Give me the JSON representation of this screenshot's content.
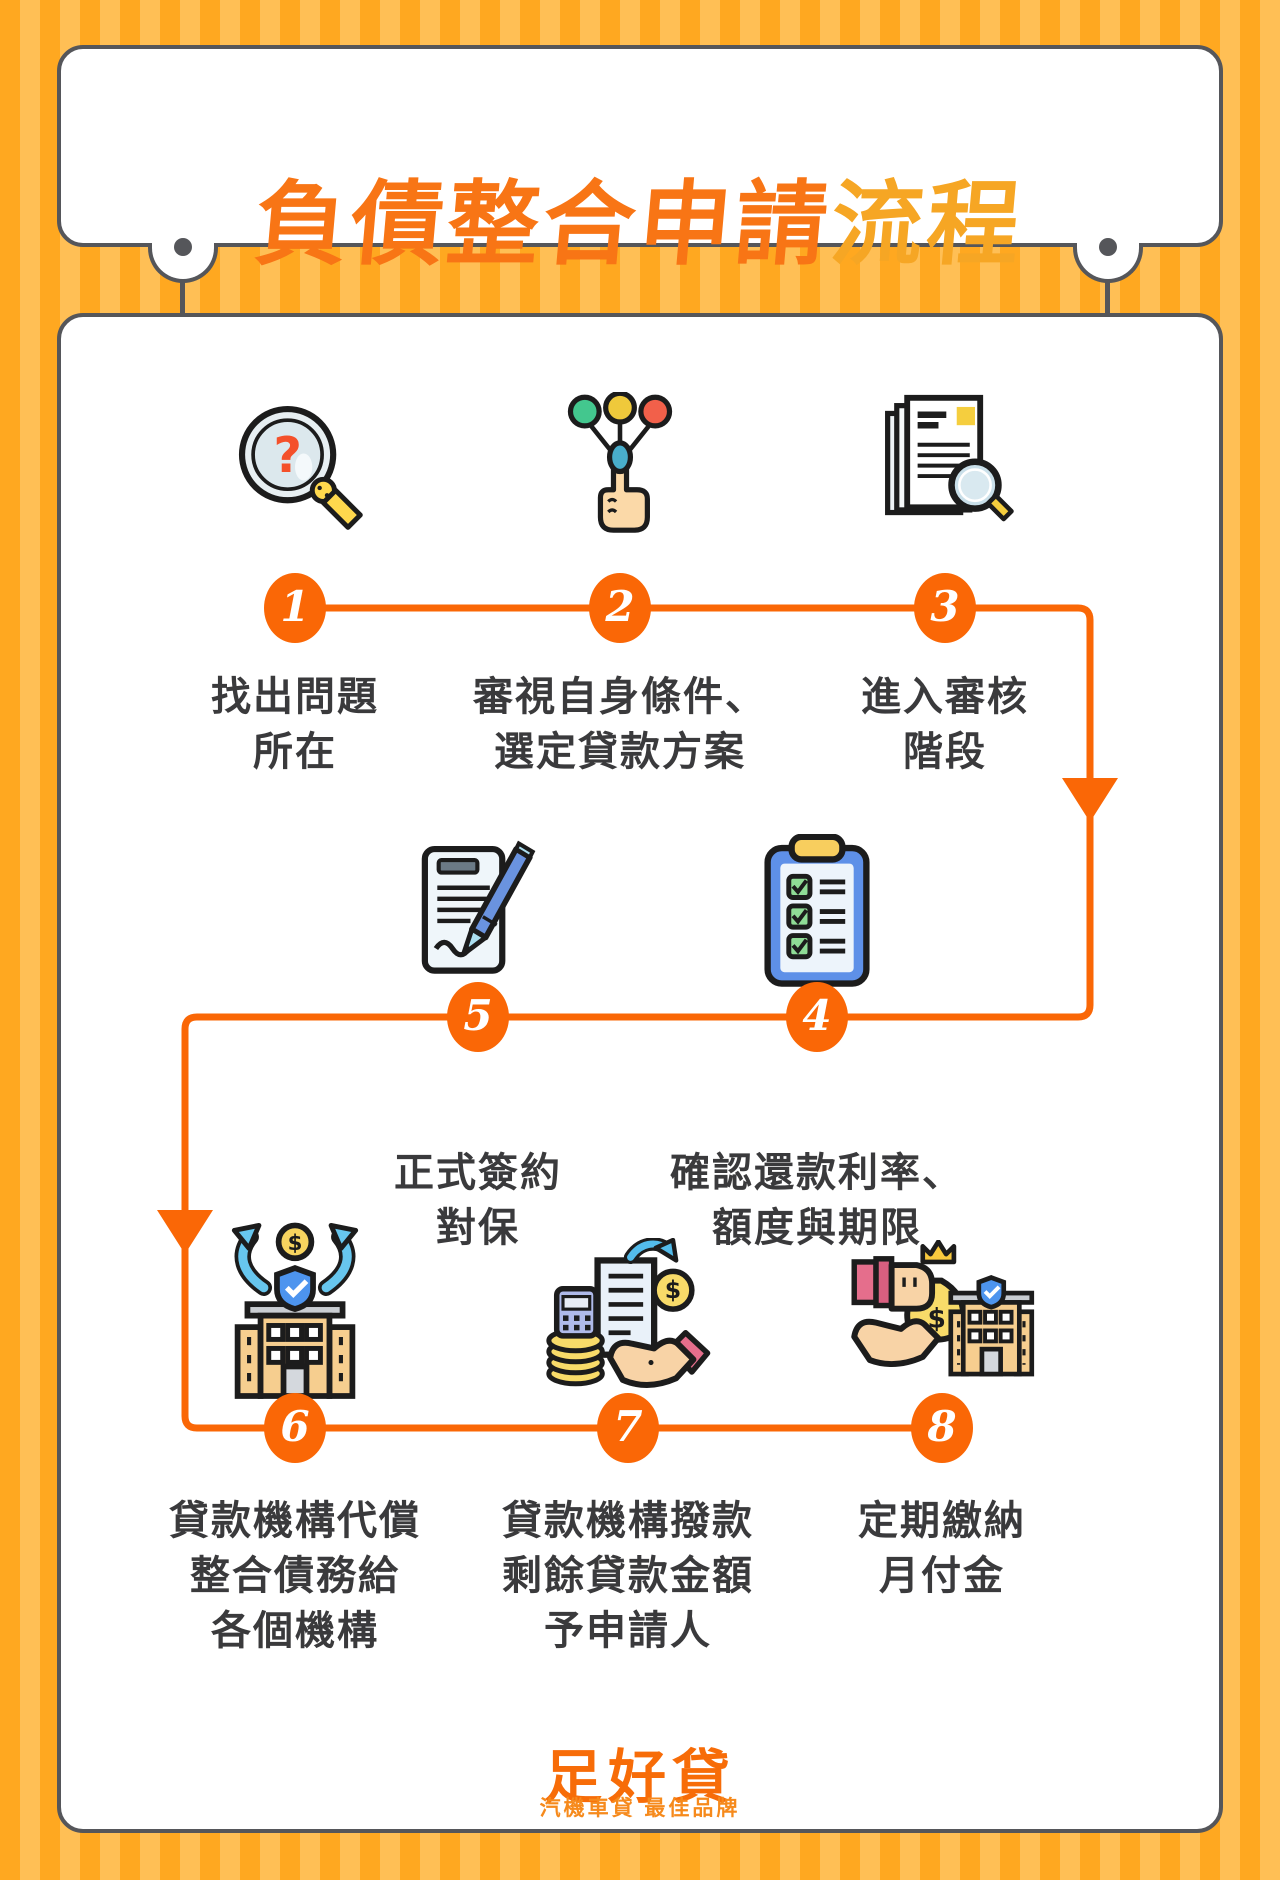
{
  "title": {
    "main": "負債整合申請",
    "accent": "流程"
  },
  "steps": [
    {
      "num": "1",
      "icon": "magnifier-question-icon",
      "label_lines": [
        "找出問題",
        "所在"
      ]
    },
    {
      "num": "2",
      "icon": "option-select-hand-icon",
      "label_lines": [
        "審視自身條件、",
        "選定貸款方案"
      ]
    },
    {
      "num": "3",
      "icon": "document-review-icon",
      "label_lines": [
        "進入審核",
        "階段"
      ]
    },
    {
      "num": "4",
      "icon": "checklist-clipboard-icon",
      "label_lines": [
        "確認還款利率、",
        "額度與期限"
      ]
    },
    {
      "num": "5",
      "icon": "contract-signing-icon",
      "label_lines": [
        "正式簽約",
        "對保"
      ]
    },
    {
      "num": "6",
      "icon": "bank-transfer-icon",
      "label_lines": [
        "貸款機構代償",
        "整合債務給",
        "各個機構"
      ]
    },
    {
      "num": "7",
      "icon": "loan-disbursement-icon",
      "label_lines": [
        "貸款機構撥款",
        "剩餘貸款金額",
        "予申請人"
      ]
    },
    {
      "num": "8",
      "icon": "payment-hand-icon",
      "label_lines": [
        "定期繳納",
        "月付金"
      ]
    }
  ],
  "footer": {
    "logo": "足好貸",
    "tagline": "汽機車貸  最佳品牌"
  },
  "colors": {
    "accent_orange": "#FA6706",
    "title_main": "#F87515",
    "title_accent": "#F6A624",
    "stripe_dark": "#FFA820",
    "stripe_light": "#FFBF55",
    "border_gray": "#55565A",
    "text_dark": "#3A3A3C",
    "logo_orange": "#F76C08"
  }
}
